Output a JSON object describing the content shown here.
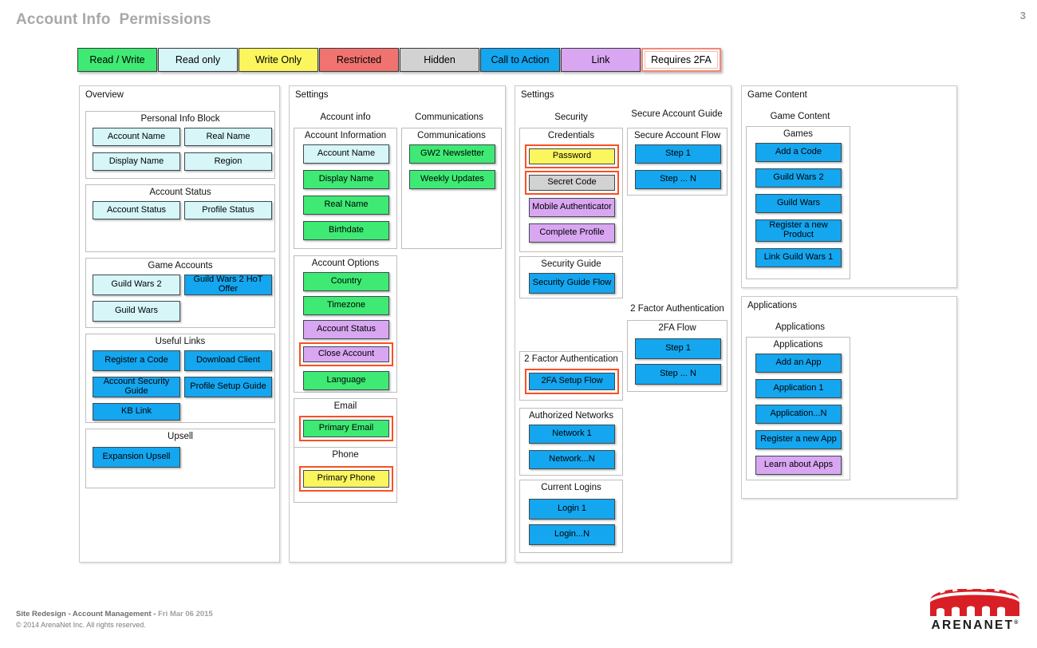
{
  "header": {
    "title": "Account Info  Permissions",
    "page_number": "3"
  },
  "legend": {
    "items": [
      {
        "label": "Read / Write",
        "style": "c-rw"
      },
      {
        "label": "Read only",
        "style": "c-ro"
      },
      {
        "label": "Write Only",
        "style": "c-wo"
      },
      {
        "label": "Restricted",
        "style": "c-rst"
      },
      {
        "label": "Hidden",
        "style": "c-hid"
      },
      {
        "label": "Call to Action",
        "style": "c-cta"
      },
      {
        "label": "Link",
        "style": "c-link"
      },
      {
        "label": "Requires 2FA",
        "style": "c-2fa"
      }
    ]
  },
  "colors": {
    "read_write": "#3eea74",
    "read_only": "#d6f6f8",
    "write_only": "#fbf55e",
    "restricted": "#f0736f",
    "hidden": "#d2d2d2",
    "call_to_action": "#14a6ef",
    "link": "#d9a6f2",
    "requires_2fa_border": "#fb4f21",
    "legend_2fa_border": "#f08a7a",
    "panel_border": "#c9c9c9",
    "group_border": "#bdbdbd",
    "button_border": "#3d4a4f",
    "title_gray": "#a8a8a8",
    "brand_red": "#d81f26"
  },
  "panels": {
    "overview": {
      "title": "Overview",
      "groups": {
        "personal_info": {
          "title": "Personal Info Block",
          "buttons": [
            {
              "label": "Account Name",
              "style": "c-ro"
            },
            {
              "label": "Real Name",
              "style": "c-ro"
            },
            {
              "label": "Display Name",
              "style": "c-ro"
            },
            {
              "label": "Region",
              "style": "c-ro"
            }
          ]
        },
        "account_status": {
          "title": "Account Status",
          "buttons": [
            {
              "label": "Account Status",
              "style": "c-ro"
            },
            {
              "label": "Profile Status",
              "style": "c-ro"
            }
          ]
        },
        "game_accounts": {
          "title": "Game Accounts",
          "buttons": [
            {
              "label": "Guild Wars 2",
              "style": "c-ro"
            },
            {
              "label": "Guild Wars 2 HoT Offer",
              "style": "c-cta"
            },
            {
              "label": "Guild Wars",
              "style": "c-ro"
            }
          ]
        },
        "useful_links": {
          "title": "Useful Links",
          "buttons": [
            {
              "label": "Register a Code",
              "style": "c-cta"
            },
            {
              "label": "Download Client",
              "style": "c-cta"
            },
            {
              "label": "Account Security Guide",
              "style": "c-cta"
            },
            {
              "label": "Profile Setup Guide",
              "style": "c-cta"
            },
            {
              "label": "KB Link",
              "style": "c-cta"
            }
          ]
        },
        "upsell": {
          "title": "Upsell",
          "buttons": [
            {
              "label": "Expansion Upsell",
              "style": "c-cta"
            }
          ]
        }
      }
    },
    "settings_account": {
      "title": "Settings",
      "col_heads": [
        "Account info",
        "Communications"
      ],
      "groups": {
        "account_information": {
          "title": "Account Information",
          "buttons": [
            {
              "label": "Account Name",
              "style": "c-ro"
            },
            {
              "label": "Display Name",
              "style": "c-rw"
            },
            {
              "label": "Real Name",
              "style": "c-rw"
            },
            {
              "label": "Birthdate",
              "style": "c-rw"
            }
          ]
        },
        "communications": {
          "title": "Communications",
          "buttons": [
            {
              "label": "GW2 Newsletter",
              "style": "c-rw"
            },
            {
              "label": "Weekly Updates",
              "style": "c-rw"
            }
          ]
        },
        "account_options": {
          "title": "Account Options",
          "buttons": [
            {
              "label": "Country",
              "style": "c-rw",
              "ring": false
            },
            {
              "label": "Timezone",
              "style": "c-rw",
              "ring": false
            },
            {
              "label": "Account Status",
              "style": "c-link",
              "ring": false
            },
            {
              "label": "Close Account",
              "style": "c-link",
              "ring": true
            },
            {
              "label": "Language",
              "style": "c-rw",
              "ring": false
            }
          ]
        },
        "email": {
          "title": "Email",
          "buttons": [
            {
              "label": "Primary Email",
              "style": "c-rw",
              "ring": true
            }
          ]
        },
        "phone": {
          "title": "Phone",
          "buttons": [
            {
              "label": "Primary Phone",
              "style": "c-wo",
              "ring": true
            }
          ]
        }
      }
    },
    "settings_security": {
      "title": "Settings",
      "col_heads": [
        "Security",
        "Secure Account Guide",
        "2 Factor Authentication"
      ],
      "groups": {
        "credentials": {
          "title": "Credentials",
          "buttons": [
            {
              "label": "Password",
              "style": "c-wo",
              "ring": true
            },
            {
              "label": "Secret Code",
              "style": "c-hid",
              "ring": true
            },
            {
              "label": "Mobile Authenticator",
              "style": "c-link",
              "ring": false
            },
            {
              "label": "Complete Profile",
              "style": "c-link",
              "ring": false
            }
          ]
        },
        "secure_account_flow": {
          "title": "Secure Account Flow",
          "buttons": [
            {
              "label": "Step 1",
              "style": "c-cta"
            },
            {
              "label": "Step ... N",
              "style": "c-cta"
            }
          ]
        },
        "security_guide": {
          "title": "Security Guide",
          "buttons": [
            {
              "label": "Security Guide Flow",
              "style": "c-cta"
            }
          ]
        },
        "two_factor": {
          "title": "2 Factor Authentication",
          "buttons": [
            {
              "label": "2FA Setup Flow",
              "style": "c-cta",
              "ring": true
            }
          ]
        },
        "twofa_flow": {
          "title": "2FA Flow",
          "buttons": [
            {
              "label": "Step 1",
              "style": "c-cta"
            },
            {
              "label": "Step ... N",
              "style": "c-cta"
            }
          ]
        },
        "authorized_networks": {
          "title": "Authorized Networks",
          "buttons": [
            {
              "label": "Network 1",
              "style": "c-cta"
            },
            {
              "label": "Network...N",
              "style": "c-cta"
            }
          ]
        },
        "current_logins": {
          "title": "Current Logins",
          "buttons": [
            {
              "label": "Login 1",
              "style": "c-cta"
            },
            {
              "label": "Login...N",
              "style": "c-cta"
            }
          ]
        }
      }
    },
    "game_content": {
      "title": "Game Content",
      "col_head": "Game Content",
      "groups": {
        "games": {
          "title": "Games",
          "buttons": [
            {
              "label": "Add a Code",
              "style": "c-cta"
            },
            {
              "label": "Guild Wars 2",
              "style": "c-cta"
            },
            {
              "label": "Guild Wars",
              "style": "c-cta"
            },
            {
              "label": "Register a new Product",
              "style": "c-cta"
            },
            {
              "label": "Link Guild Wars 1",
              "style": "c-cta"
            }
          ]
        }
      }
    },
    "applications": {
      "title": "Applications",
      "col_head": "Applications",
      "groups": {
        "applications": {
          "title": "Applications",
          "buttons": [
            {
              "label": "Add an App",
              "style": "c-cta"
            },
            {
              "label": "Application 1",
              "style": "c-cta"
            },
            {
              "label": "Application...N",
              "style": "c-cta"
            },
            {
              "label": "Register a new App",
              "style": "c-cta"
            },
            {
              "label": "Learn about Apps",
              "style": "c-link"
            }
          ]
        }
      }
    }
  },
  "footer": {
    "project": "Site Redesign - Account Management - ",
    "date": "Fri Mar 06 2015",
    "copyright": "© 2014 ArenaNet Inc. All rights reserved.",
    "logo_word": "ARENANET",
    "logo_tm": "®"
  }
}
